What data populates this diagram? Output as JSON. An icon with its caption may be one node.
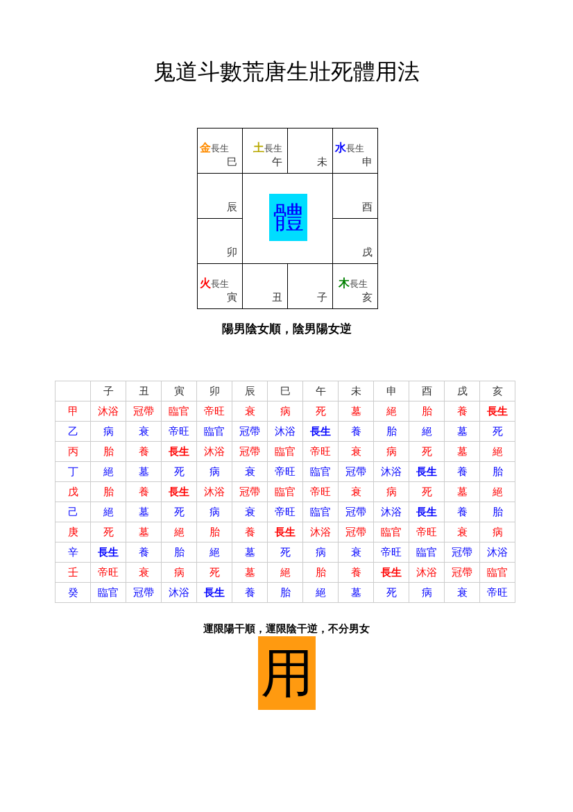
{
  "diagram": {
    "title": "鬼道斗數荒唐生壯死體用法",
    "nodes": [
      {
        "text": [
          "金",
          "長生",
          "巳"
        ]
      },
      {
        "text": [
          "土",
          "長生",
          "午"
        ]
      },
      {
        "text": [
          "未"
        ]
      },
      {
        "text": [
          "水",
          "長生",
          "申"
        ]
      },
      {
        "text": [
          "辰"
        ]
      },
      {
        "text": [],
        "shape": "box"
      },
      {
        "text": [
          "體"
        ],
        "in": 5
      },
      {
        "text": [
          "酉"
        ]
      },
      {
        "text": [
          "卯"
        ]
      },
      {
        "text": [
          "戌"
        ]
      },
      {
        "text": [
          "火",
          "長生",
          "寅"
        ]
      },
      {
        "text": [
          "丑"
        ]
      },
      {
        "text": [
          "子"
        ]
      },
      {
        "text": [
          "木",
          "長生",
          "亥"
        ]
      },
      {
        "text": [
          "用"
        ]
      }
    ],
    "labels": [
      "陽男陰女順，陰男陽女逆",
      "子",
      "丑",
      "寅",
      "卯",
      "辰",
      "巳",
      "午",
      "未",
      "申",
      "酉",
      "戌",
      "亥",
      "甲",
      "沐浴",
      "冠帶",
      "臨官",
      "帝旺",
      "衰",
      "病",
      "死",
      "墓",
      "絕",
      "胎",
      "養",
      "長生",
      "乙",
      "病",
      "衰",
      "帝旺",
      "臨官",
      "冠帶",
      "沐浴",
      "長生",
      "養",
      "胎",
      "絕",
      "墓",
      "死",
      "丙",
      "胎",
      "養",
      "長生",
      "沐浴",
      "冠帶",
      "臨官",
      "帝旺",
      "衰",
      "病",
      "死",
      "墓",
      "絕",
      "丁",
      "絕",
      "墓",
      "死",
      "病",
      "衰",
      "帝旺",
      "臨官",
      "冠帶",
      "沐浴",
      "長生",
      "養",
      "胎",
      "戊",
      "胎",
      "養",
      "長生",
      "沐浴",
      "冠帶",
      "臨官",
      "帝旺",
      "衰",
      "病",
      "死",
      "墓",
      "絕",
      "己",
      "絕",
      "墓",
      "死",
      "病",
      "衰",
      "帝旺",
      "臨官",
      "冠帶",
      "沐浴",
      "長生",
      "養",
      "胎",
      "庚",
      "死",
      "墓",
      "絕",
      "胎",
      "養",
      "長生",
      "沐浴",
      "冠帶",
      "臨官",
      "帝旺",
      "衰",
      "病",
      "辛",
      "長生",
      "養",
      "胎",
      "絕",
      "墓",
      "死",
      "病",
      "衰",
      "帝旺",
      "臨官",
      "冠帶",
      "沐浴",
      "壬",
      "帝旺",
      "衰",
      "病",
      "死",
      "墓",
      "絕",
      "胎",
      "養",
      "長生",
      "沐浴",
      "冠帶",
      "臨官",
      "癸",
      "臨官",
      "冠帶",
      "沐浴",
      "長生",
      "養",
      "胎",
      "絕",
      "墓",
      "死",
      "病",
      "衰",
      "帝旺",
      "運限陽干順，運限陰干逆，不分男女"
    ]
  }
}
